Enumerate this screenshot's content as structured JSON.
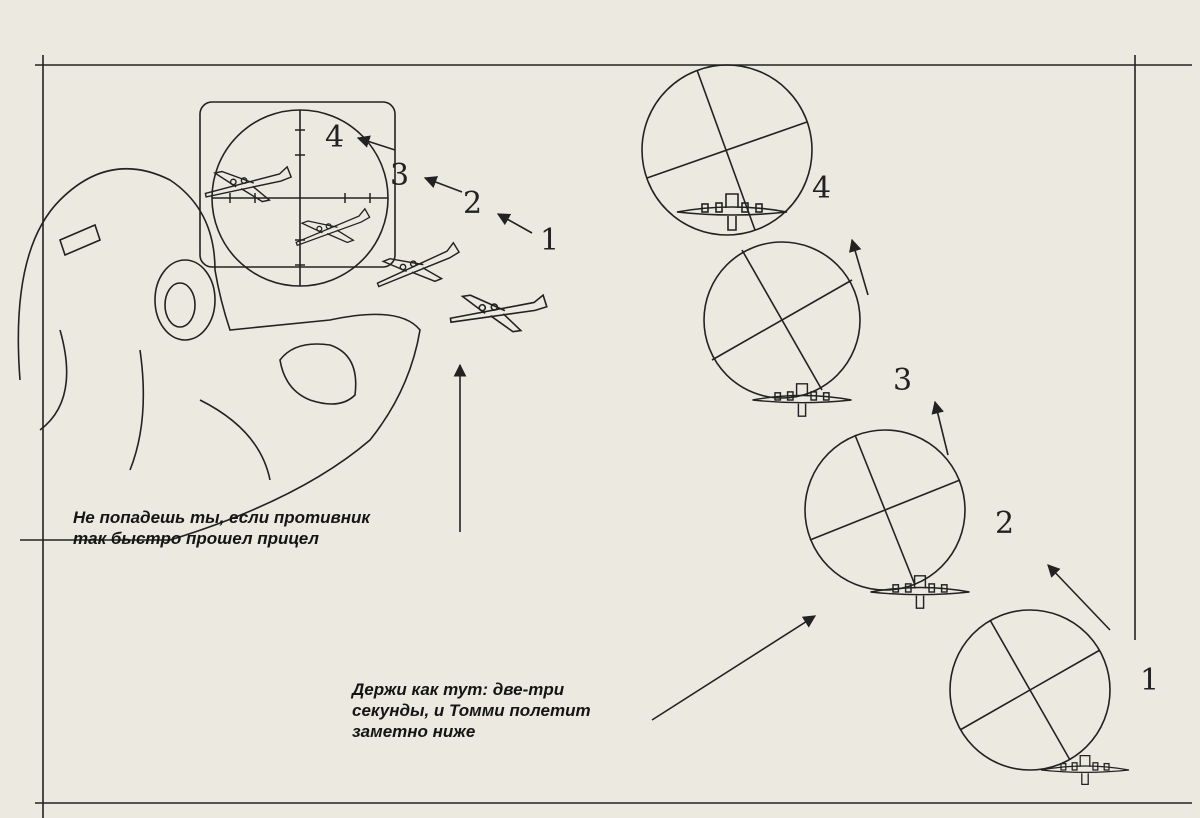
{
  "captions": {
    "miss": "Не попадешь ты, если противник\nтак быстро прошел прицел",
    "hold": "Держи как тут: две-три\nсекунды, и Томми полетит\nзаметно ниже"
  },
  "sequence_labels": {
    "left": [
      "1",
      "2",
      "3",
      "4"
    ],
    "right": [
      "1",
      "2",
      "3",
      "4"
    ]
  },
  "colors": {
    "paper": "#ece9e1",
    "ink": "#222222"
  }
}
